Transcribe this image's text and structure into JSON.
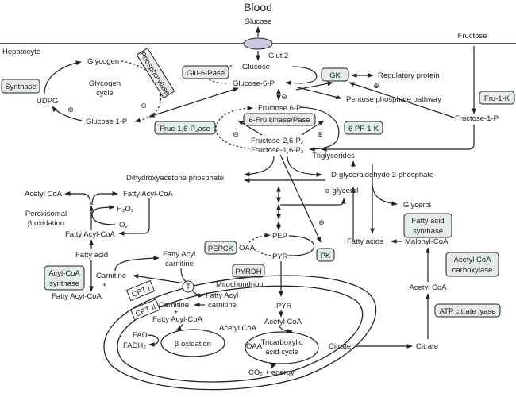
{
  "title": "Blood",
  "compartments": {
    "cell": "Hepatocyte",
    "organelle": "Mitochondrion"
  },
  "transporters": {
    "glut": "Glut 2",
    "t": "T",
    "cpt1": "CPT I",
    "cpt2": "CPT II"
  },
  "metabolites": {
    "glucose_blood": "Glucose",
    "fructose_blood": "Fructose",
    "glucose": "Glucose",
    "glycogen": "Glycogen",
    "glycogen_cycle_1": "Glycogen",
    "glycogen_cycle_2": "cycle",
    "udpg": "UDPG",
    "glucose1p": "Glucose 1-P",
    "glucose6p": "Glucose-6-P",
    "regulatory_protein": "Regulatory protein",
    "pentose": "Pentose phosphate pathway",
    "fructose6p": "Fructose 6-P",
    "fructose26p2": "Fructose-2,6-P₂",
    "fructose16p2": "Fructose-1,6-P₂",
    "fructose1p": "Fructose-1-P",
    "dhap": "Dihydroxyacetone phosphate",
    "triglycerides": "Triglycerides",
    "g3p": "D-glyceraldehyde 3-phosphate",
    "aglycerol": "α-glycerol",
    "glycerol": "Glycerol",
    "acetylcoa_perox": "Acetyl CoA",
    "fattyacylcoa_top": "Fatty Acyl-CoA",
    "h2o2": "H₂O₂",
    "o2": "O₂",
    "peroxisomal_1": "Peroxisomal",
    "peroxisomal_2": "β oxidation",
    "fattyacylcoa_mid": "Fatty Acyl-CoA",
    "fattyacid": "Fatty acid",
    "fattyacylcoa_low": "Fatty Acyl-CoA",
    "carnitine_out": "Carnitine",
    "plus1": "+",
    "fattyacylcarnitine_out_1": "Fatty Acyl",
    "fattyacylcarnitine_out_2": "carnitine",
    "fattyacylcarnitine_in_1": "Fatty Acyl",
    "fattyacylcarnitine_in_2": "carnitine",
    "carnitine_in": "Carnitine",
    "plus2": "+",
    "fattyacylcoa_mito": "Fatty Acyl-CoA",
    "fad": "FAD",
    "fadh2": "FADH₂",
    "beta_ox": "β oxidation",
    "acetylcoa_beta": "Acetyl CoA",
    "pep": "PEP",
    "oaa_cyto": "OAA",
    "pyr_cyto": "PYR",
    "pyr_mito": "PYR",
    "acetylcoa_mito": "Acetyl CoA",
    "oaa_mito": "OAA",
    "tca_1": "Tricarboxylic",
    "tca_2": "acid cycle",
    "citrate_mito": "Citrate",
    "co2": "CO₂ + energy",
    "citrate_cyto": "Citrate",
    "acetylcoa_cyto": "Acetyl CoA",
    "malonylcoa": "Malonyl-CoA",
    "fattyacids": "Fatty acids"
  },
  "enzymes": {
    "synthase": "Synthase",
    "phosphorylase": "Phosphorylase",
    "glu6pase": "Glu-6-Pase",
    "gk": "GK",
    "fru1k": "Fru-1-K",
    "fruc16p2ase": "Fruc-1,6-P₂ase",
    "fru_kinase_pase": "6-Fru kinase/Pase",
    "pf1k": "6 PF-1-K",
    "acylcoa_synthase_1": "Acyl-CoA",
    "acylcoa_synthase_2": "synthase",
    "pepck": "PEPCK",
    "pyrdh": "PYRDH",
    "pk": "PK",
    "fas_1": "Fatty acid",
    "fas_2": "synthase",
    "acc_1": "Acetyl CoA",
    "acc_2": "carboxylase",
    "acl": "ATP citrate lyase"
  },
  "regulation": {
    "plus": "⊕",
    "minus": "⊖"
  },
  "colors": {
    "enzyme_fill": "#e4ece7",
    "glut_fill": "#c9c9e0",
    "ink": "#222222"
  }
}
